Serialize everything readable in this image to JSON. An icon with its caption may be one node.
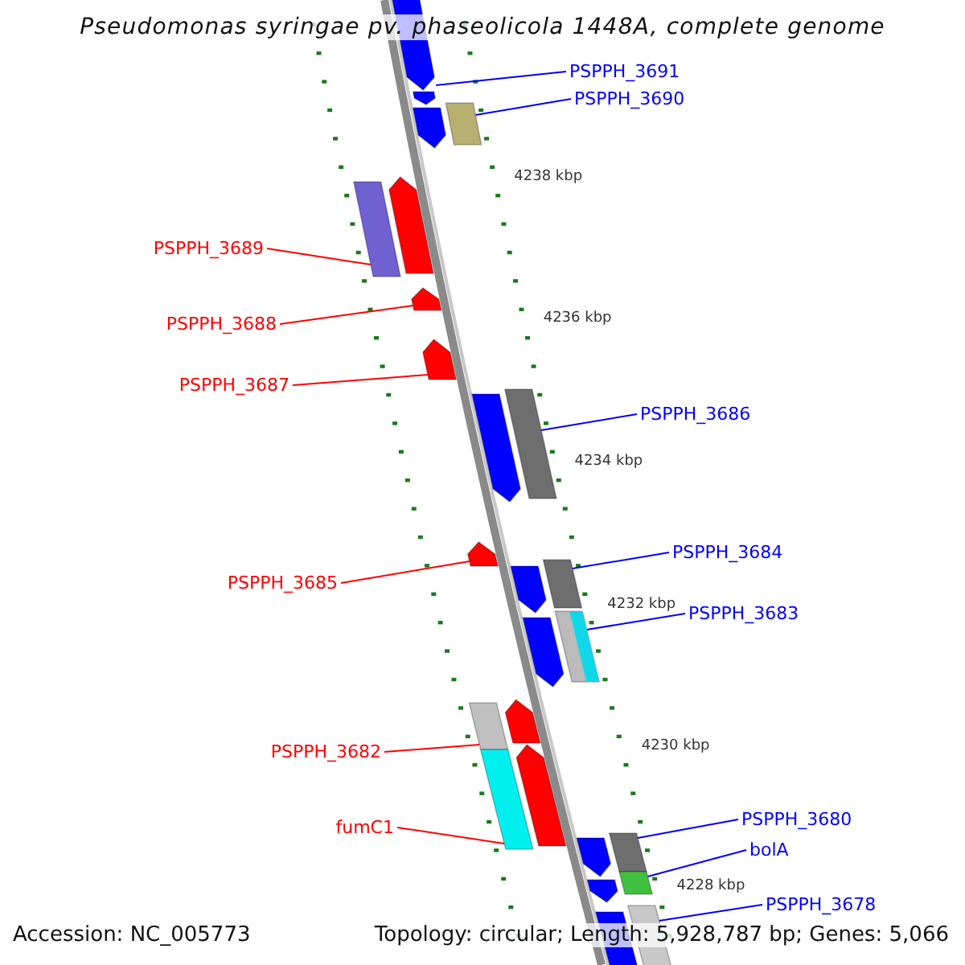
{
  "diagram": {
    "title": "Pseudomonas syringae pv. phaseolicola 1448A, complete genome",
    "nodes": [
      {
        "text": [
          "PSPPH_3691"
        ]
      },
      {
        "text": [
          "PSPPH_3690"
        ]
      },
      {
        "text": [
          "PSPPH_3689"
        ]
      },
      {
        "text": [
          "PSPPH_3688"
        ]
      },
      {
        "text": [
          "PSPPH_3687"
        ]
      },
      {
        "text": [
          "PSPPH_3686"
        ]
      },
      {
        "text": [
          "PSPPH_3684"
        ]
      },
      {
        "text": [
          "PSPPH_3685"
        ]
      },
      {
        "text": [
          "PSPPH_3683"
        ]
      },
      {
        "text": [
          "PSPPH_3682"
        ]
      },
      {
        "text": [
          "PSPPH_3680"
        ]
      },
      {
        "text": [
          "fumC1"
        ]
      },
      {
        "text": [
          "bolA"
        ]
      },
      {
        "text": [
          "PSPPH_3678"
        ]
      },
      {
        "text": [],
        "shape": "bar"
      },
      {
        "text": [],
        "shape": "bar"
      },
      {
        "text": [],
        "shape": "bar"
      },
      {
        "text": [],
        "shape": "bar"
      },
      {
        "text": [],
        "shape": "bar"
      },
      {
        "text": [],
        "shape": "bar"
      },
      {
        "text": [],
        "shape": "bar"
      },
      {
        "text": [],
        "shape": "bar"
      },
      {
        "text": [],
        "shape": "bar"
      },
      {
        "text": [],
        "shape": "bar"
      },
      {
        "text": [],
        "shape": "bar"
      },
      {
        "text": [],
        "shape": "bar"
      },
      {
        "text": [],
        "shape": "bar"
      },
      {
        "text": [],
        "shape": "bar"
      },
      {
        "text": [],
        "shape": "bar"
      },
      {
        "text": [],
        "shape": "bar"
      },
      {
        "text": [],
        "shape": "bar"
      },
      {
        "text": [],
        "shape": "bar"
      },
      {
        "text": [],
        "shape": "bar"
      },
      {
        "text": [],
        "shape": "bar"
      },
      {
        "text": [],
        "shape": "bar"
      },
      {
        "text": [],
        "shape": "bar"
      },
      {
        "text": [],
        "shape": "bar"
      },
      {
        "text": [],
        "shape": "bar"
      },
      {
        "text": [],
        "shape": "bar"
      }
    ],
    "edges": [
      {
        "from": 0,
        "to": 14,
        "arrow": "none"
      },
      {
        "from": 1,
        "to": 16,
        "arrow": "none"
      },
      {
        "from": 2,
        "to": 19,
        "arrow": "none",
        "color": "#ff0000"
      },
      {
        "from": 3,
        "to": 20,
        "arrow": "none",
        "color": "#ff0000"
      },
      {
        "from": 4,
        "to": 21,
        "arrow": "none",
        "color": "#ff0000"
      },
      {
        "from": 5,
        "to": 22,
        "arrow": "none"
      },
      {
        "from": 6,
        "to": 25,
        "arrow": "none"
      },
      {
        "from": 7,
        "to": 24,
        "arrow": "none",
        "color": "#ff0000"
      },
      {
        "from": 8,
        "to": 27,
        "arrow": "none"
      },
      {
        "from": 9,
        "to": 30,
        "arrow": "none",
        "color": "#ff0000"
      },
      {
        "from": 10,
        "to": 33,
        "arrow": "none"
      },
      {
        "from": 11,
        "to": 32,
        "arrow": "none",
        "color": "#ff0000"
      },
      {
        "from": 12,
        "to": 35,
        "arrow": "none"
      },
      {
        "from": 13,
        "to": 37,
        "arrow": "none"
      }
    ],
    "labels": [
      "4238 kbp",
      "4236 kbp",
      "4234 kbp",
      "4232 kbp",
      "4230 kbp",
      "4228 kbp",
      "Accession: NC_005773",
      "Topology: circular; Length: 5,928,787 bp; Genes: 5,066"
    ]
  }
}
